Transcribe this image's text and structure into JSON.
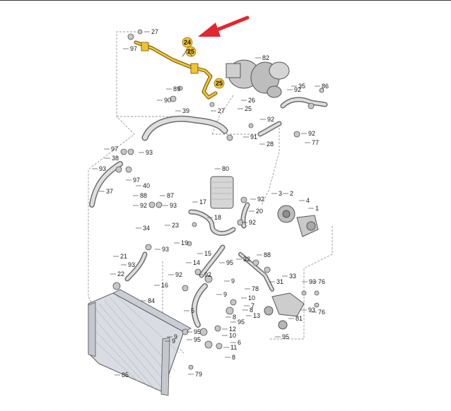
{
  "diagram": {
    "highlight_color": "#f2c230",
    "arrow_color": "#e3262f",
    "line_color": "#4a4a4a",
    "part_fill": "#e6e6e6",
    "part_stroke": "#555555",
    "highlighted_callouts": [
      "24",
      "25",
      "25"
    ],
    "callouts": [
      "27",
      "97",
      "82",
      "35",
      "92",
      "86",
      "89",
      "90",
      "39",
      "26",
      "25",
      "27",
      "92",
      "91",
      "28",
      "92",
      "77",
      "97",
      "93",
      "38",
      "93",
      "97",
      "40",
      "37",
      "80",
      "88",
      "87",
      "92",
      "93",
      "17",
      "92",
      "20",
      "3",
      "2",
      "4",
      "1",
      "18",
      "92",
      "34",
      "23",
      "93",
      "19",
      "15",
      "95",
      "21",
      "93",
      "22",
      "14",
      "92",
      "92",
      "88",
      "33",
      "16",
      "9",
      "78",
      "93",
      "76",
      "10",
      "32",
      "31",
      "93",
      "9",
      "7",
      "8",
      "8",
      "76",
      "5",
      "95",
      "84",
      "81",
      "12",
      "10",
      "95",
      "9",
      "11",
      "6",
      "8",
      "85",
      "79",
      "95",
      "13",
      "95",
      "9"
    ]
  }
}
